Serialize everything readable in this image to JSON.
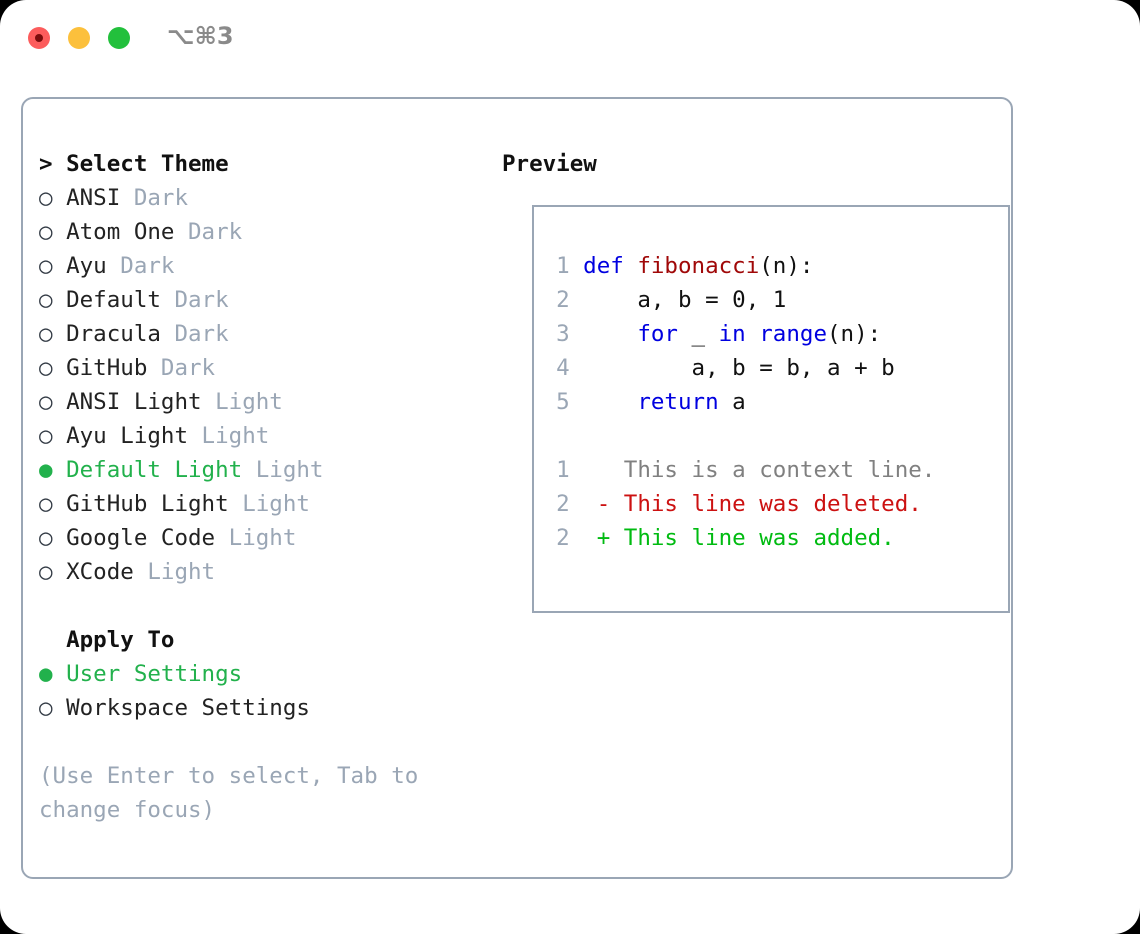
{
  "titlebar": {
    "traffic_lights": [
      {
        "name": "close",
        "color": "#fc5c5c"
      },
      {
        "name": "minimize",
        "color": "#fcc03c"
      },
      {
        "name": "zoom",
        "color": "#22c03c"
      }
    ],
    "shortcut": "⌥⌘3"
  },
  "theme_picker": {
    "prompt_marker": "> ",
    "title": "Select Theme",
    "items": [
      {
        "marker": "○ ",
        "name": "ANSI",
        "tag": "Dark",
        "selected": false
      },
      {
        "marker": "○ ",
        "name": "Atom One",
        "tag": "Dark",
        "selected": false
      },
      {
        "marker": "○ ",
        "name": "Ayu",
        "tag": "Dark",
        "selected": false
      },
      {
        "marker": "○ ",
        "name": "Default",
        "tag": "Dark",
        "selected": false
      },
      {
        "marker": "○ ",
        "name": "Dracula",
        "tag": "Dark",
        "selected": false
      },
      {
        "marker": "○ ",
        "name": "GitHub",
        "tag": "Dark",
        "selected": false
      },
      {
        "marker": "○ ",
        "name": "ANSI Light",
        "tag": "Light",
        "selected": false
      },
      {
        "marker": "○ ",
        "name": "Ayu Light",
        "tag": "Light",
        "selected": false
      },
      {
        "marker": "● ",
        "name": "Default Light",
        "tag": "Light",
        "selected": true
      },
      {
        "marker": "○ ",
        "name": "GitHub Light",
        "tag": "Light",
        "selected": false
      },
      {
        "marker": "○ ",
        "name": "Google Code",
        "tag": "Light",
        "selected": false
      },
      {
        "marker": "○ ",
        "name": "XCode",
        "tag": "Light",
        "selected": false
      }
    ]
  },
  "apply_to": {
    "title": "  Apply To",
    "items": [
      {
        "marker": "● ",
        "name": "User Settings",
        "selected": true
      },
      {
        "marker": "○ ",
        "name": "Workspace Settings",
        "selected": false
      }
    ]
  },
  "footer_hint": "(Use Enter to select, Tab to\nchange focus)",
  "preview": {
    "title": "Preview",
    "code_lines": [
      {
        "num": "1",
        "tokens": [
          {
            "text": "def ",
            "style": "kw"
          },
          {
            "text": "fibonacci",
            "style": "fn"
          },
          {
            "text": "(n):",
            "style": "txt"
          }
        ]
      },
      {
        "num": "2",
        "tokens": [
          {
            "text": "    a, b = 0, 1",
            "style": "txt"
          }
        ]
      },
      {
        "num": "3",
        "tokens": [
          {
            "text": "    ",
            "style": "txt"
          },
          {
            "text": "for",
            "style": "kw"
          },
          {
            "text": " _ ",
            "style": "txt"
          },
          {
            "text": "in",
            "style": "kw"
          },
          {
            "text": " ",
            "style": "txt"
          },
          {
            "text": "range",
            "style": "kw"
          },
          {
            "text": "(n):",
            "style": "txt"
          }
        ]
      },
      {
        "num": "4",
        "tokens": [
          {
            "text": "        a, b = b, a + b",
            "style": "txt"
          }
        ]
      },
      {
        "num": "5",
        "tokens": [
          {
            "text": "    ",
            "style": "txt"
          },
          {
            "text": "return",
            "style": "kw"
          },
          {
            "text": " a",
            "style": "txt"
          }
        ]
      }
    ],
    "diff_lines": [
      {
        "num": "1",
        "marker": "  ",
        "text": "This is a context line.",
        "style": "ctx"
      },
      {
        "num": "2",
        "marker": "- ",
        "text": "This line was deleted.",
        "style": "del"
      },
      {
        "num": "2",
        "marker": "+ ",
        "text": "This line was added.",
        "style": "add"
      }
    ]
  },
  "colors": {
    "accent_green": "#22b14c",
    "muted": "#9aa6b5",
    "border": "#9aa6b5",
    "keyword_blue": "#0000e0",
    "function_red": "#a00808",
    "diff_deleted": "#cc1111",
    "diff_added": "#00bb11"
  }
}
